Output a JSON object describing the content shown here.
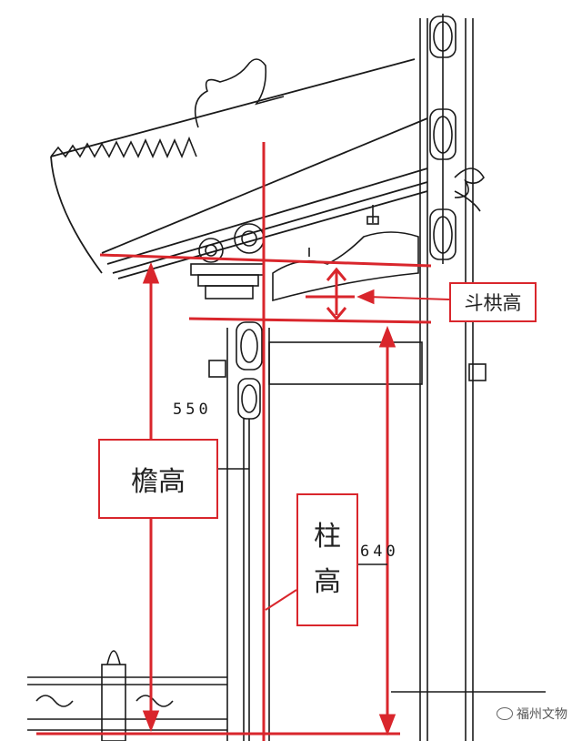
{
  "labels": {
    "dougong_height": "斗栱高",
    "eave_height": "檐高",
    "column_height_1": "柱",
    "column_height_2": "高"
  },
  "dimensions": {
    "left": "550",
    "right": "640"
  },
  "watermark": "福州文物",
  "colors": {
    "annotation": "#d9262c",
    "drawing": "#1a1a1a"
  }
}
